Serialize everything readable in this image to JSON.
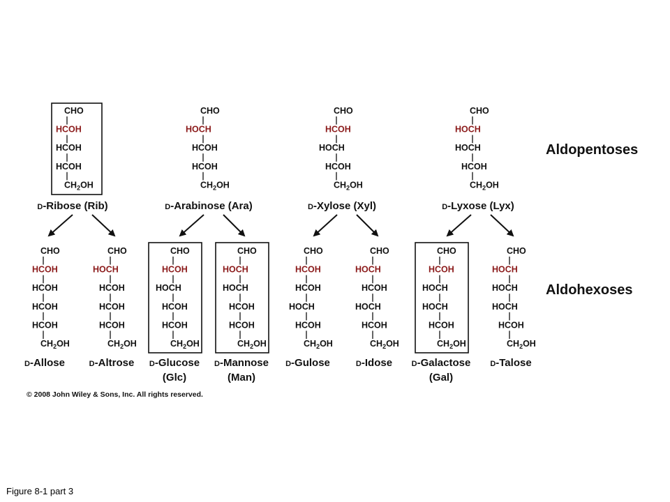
{
  "categories": {
    "pentoses": "Aldopentoses",
    "hexoses": "Aldohexoses"
  },
  "copyright": "© 2008 John Wiley & Sons, Inc. All rights reserved.",
  "caption": "Figure 8-1 part 3",
  "colors": {
    "highlight": "#8b1a1a",
    "ink": "#111111"
  },
  "pentoses": [
    {
      "prefix": "D",
      "name": "-Ribose (Rib)",
      "boxed": true,
      "chain": [
        "CHO",
        "HCOH",
        "HCOH",
        "HCOH",
        "CH2OH"
      ],
      "highlight_index": 1
    },
    {
      "prefix": "D",
      "name": "-Arabinose (Ara)",
      "boxed": false,
      "chain": [
        "CHO",
        "HOCH",
        "HCOH",
        "HCOH",
        "CH2OH"
      ],
      "highlight_index": 1
    },
    {
      "prefix": "D",
      "name": "-Xylose (Xyl)",
      "boxed": false,
      "chain": [
        "CHO",
        "HCOH",
        "HOCH",
        "HCOH",
        "CH2OH"
      ],
      "highlight_index": 1
    },
    {
      "prefix": "D",
      "name": "-Lyxose (Lyx)",
      "boxed": false,
      "chain": [
        "CHO",
        "HOCH",
        "HOCH",
        "HCOH",
        "CH2OH"
      ],
      "highlight_index": 1
    }
  ],
  "hexoses": [
    {
      "prefix": "D",
      "name": "-Allose",
      "abbr": "",
      "boxed": false,
      "chain": [
        "CHO",
        "HCOH",
        "HCOH",
        "HCOH",
        "HCOH",
        "CH2OH"
      ],
      "highlight_index": 1
    },
    {
      "prefix": "D",
      "name": "-Altrose",
      "abbr": "",
      "boxed": false,
      "chain": [
        "CHO",
        "HOCH",
        "HCOH",
        "HCOH",
        "HCOH",
        "CH2OH"
      ],
      "highlight_index": 1
    },
    {
      "prefix": "D",
      "name": "-Glucose",
      "abbr": "(Glc)",
      "boxed": true,
      "chain": [
        "CHO",
        "HCOH",
        "HOCH",
        "HCOH",
        "HCOH",
        "CH2OH"
      ],
      "highlight_index": 1
    },
    {
      "prefix": "D",
      "name": "-Mannose",
      "abbr": "(Man)",
      "boxed": true,
      "chain": [
        "CHO",
        "HOCH",
        "HOCH",
        "HCOH",
        "HCOH",
        "CH2OH"
      ],
      "highlight_index": 1
    },
    {
      "prefix": "D",
      "name": "-Gulose",
      "abbr": "",
      "boxed": false,
      "chain": [
        "CHO",
        "HCOH",
        "HCOH",
        "HOCH",
        "HCOH",
        "CH2OH"
      ],
      "highlight_index": 1
    },
    {
      "prefix": "D",
      "name": "-Idose",
      "abbr": "",
      "boxed": false,
      "chain": [
        "CHO",
        "HOCH",
        "HCOH",
        "HOCH",
        "HCOH",
        "CH2OH"
      ],
      "highlight_index": 1
    },
    {
      "prefix": "D",
      "name": "-Galactose",
      "abbr": "(Gal)",
      "boxed": true,
      "chain": [
        "CHO",
        "HCOH",
        "HOCH",
        "HOCH",
        "HCOH",
        "CH2OH"
      ],
      "highlight_index": 1
    },
    {
      "prefix": "D",
      "name": "-Talose",
      "abbr": "",
      "boxed": false,
      "chain": [
        "CHO",
        "HOCH",
        "HOCH",
        "HOCH",
        "HCOH",
        "CH2OH"
      ],
      "highlight_index": 1
    }
  ]
}
